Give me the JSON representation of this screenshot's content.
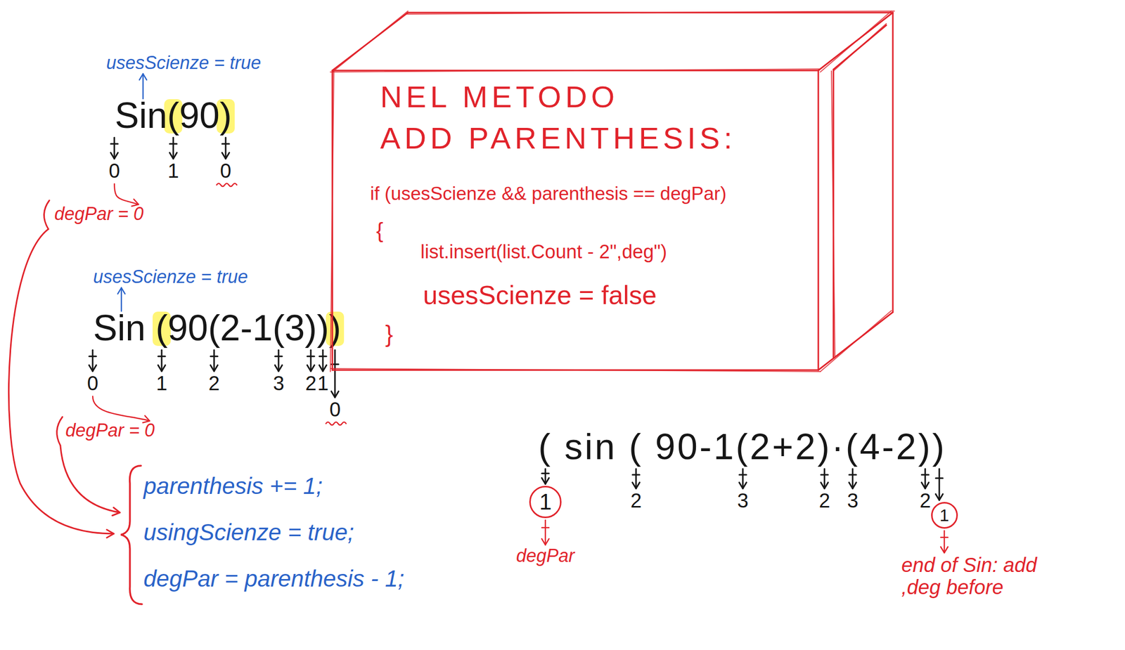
{
  "diagram": {
    "nodes": [
      {
        "text": [
          "NEL METODO",
          "ADD PARENTHESIS:",
          "if (usesScienze && parenthesis == degPar)",
          "{",
          "list.insert(list.Count - 2\",deg\")",
          "usesScienze = false",
          "}"
        ]
      },
      {
        "text": [
          "1"
        ]
      },
      {
        "text": [
          "1"
        ]
      }
    ],
    "labels": [
      "usesScienze = true",
      "Sin(90)",
      "0",
      "1",
      "0",
      "degPar = 0",
      "usesScienze = true",
      "Sin (90(2-1(3)))",
      "0",
      "1",
      "2",
      "3",
      "2",
      "1",
      "0",
      "degPar = 0",
      "parenthesis += 1;",
      "usingScienze = true;",
      "degPar = parenthesis - 1;",
      "( sin ( 90-1(2+2)·(4-2))",
      "2",
      "3",
      "2",
      "3",
      "2",
      "degPar",
      "end of Sin: add ,deg before"
    ]
  }
}
